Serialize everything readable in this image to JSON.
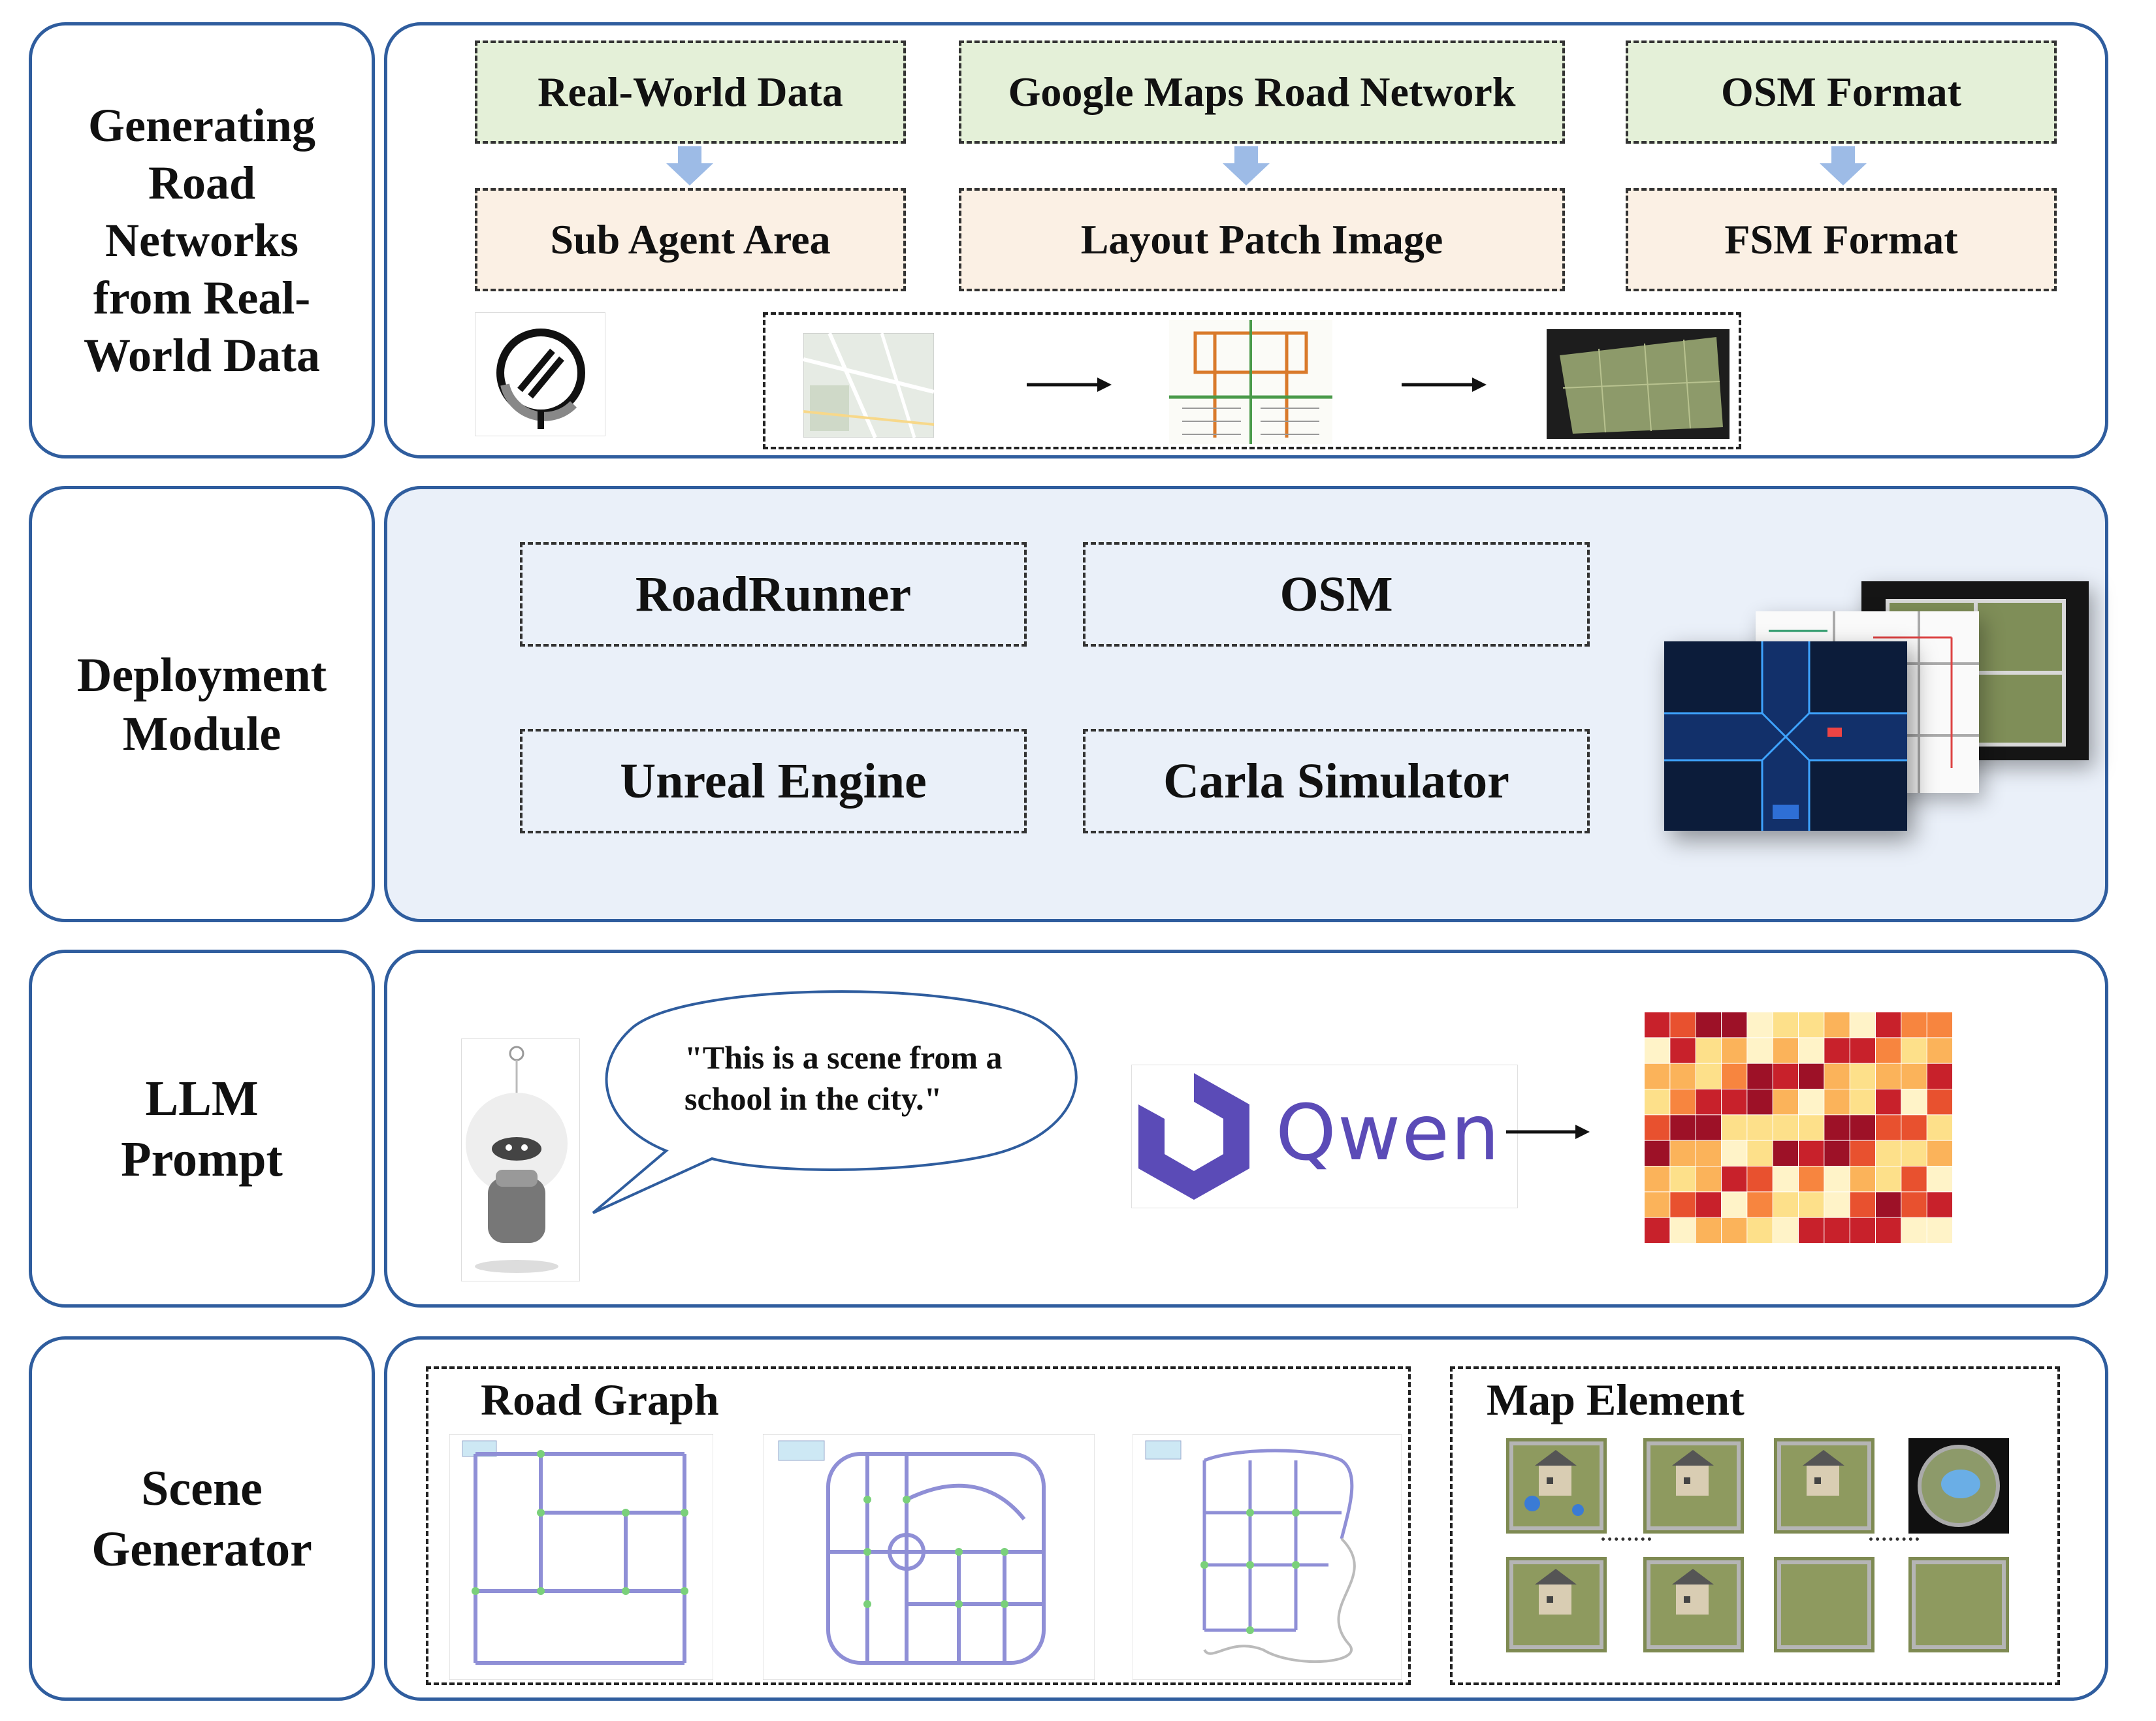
{
  "rows": {
    "generating": {
      "label": "Generating Road Networks from Real-World Data",
      "top_boxes": [
        "Real-World Data",
        "Google Maps Road Network",
        "OSM Format"
      ],
      "bottom_boxes": [
        "Sub Agent Area",
        "Layout Patch Image",
        "FSM Format"
      ]
    },
    "deployment": {
      "label": "Deployment Module",
      "boxes": [
        "RoadRunner",
        "OSM",
        "Unreal Engine",
        "Carla Simulator"
      ]
    },
    "llm": {
      "label": "LLM Prompt",
      "speech": "\"This is a scene from a school in the city.\"",
      "qwen_label": "Qwen"
    },
    "scene": {
      "label": "Scene Generator",
      "road_graph_title": "Road Graph",
      "map_element_title": "Map Element"
    }
  },
  "colors": {
    "panel_border": "#2f5d9e",
    "green_box": "#e4f0d8",
    "cream_box": "#fbf0e4",
    "deployment_bg": "#eaf0f9",
    "arrow_blue": "#9dbbe6",
    "qwen_purple": "#5b4bb7"
  },
  "icons": [
    "openai-logo-icon",
    "robot-icon",
    "qwen-logo-icon",
    "down-arrow-icon",
    "right-arrow-icon"
  ]
}
